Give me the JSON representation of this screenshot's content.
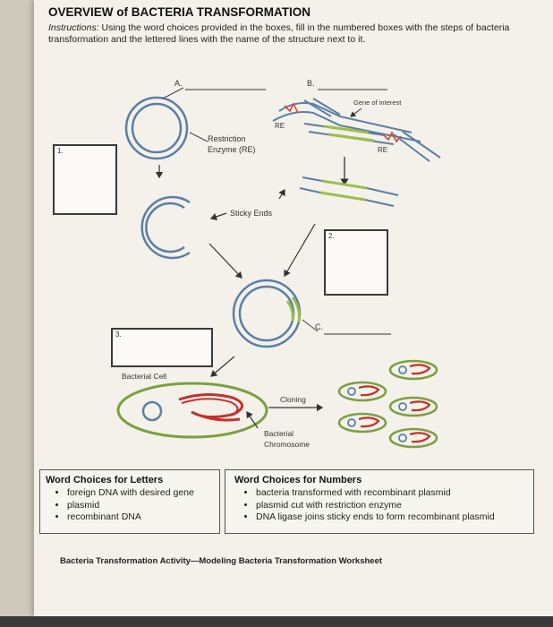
{
  "worksheet": {
    "title": "OVERVIEW of BACTERIA TRANSFORMATION",
    "instructions_lead": "Instructions:",
    "instructions_text": " Using the word choices provided in the boxes, fill in the numbered boxes with the steps of bacteria transformation and the lettered lines with the name of the structure next to it."
  },
  "diagram": {
    "labels": {
      "a": "A.",
      "b": "B.",
      "c": "C.",
      "gene_of_interest": "Gene of interest",
      "re_top": "RE",
      "re_right": "RE",
      "restriction_enzyme_line1": "Restriction",
      "restriction_enzyme_line2": "Enzyme (RE)",
      "sticky_ends": "Sticky Ends",
      "bacteria_cell": "Bacterial Cell",
      "cloning": "Cloning",
      "bacterial_chromosome_line1": "Bacterial",
      "bacterial_chromosome_line2": "Chromosome"
    },
    "boxes": {
      "box1": "1.",
      "box2": "2.",
      "box3": "3."
    }
  },
  "word_choices_letters": {
    "heading": "Word Choices for Letters",
    "items": [
      "foreign DNA with desired gene",
      "plasmid",
      "recombinant DNA"
    ]
  },
  "word_choices_numbers": {
    "heading": "Word Choices for Numbers",
    "items": [
      "bacteria transformed with recombinant plasmid",
      "plasmid cut with restriction enzyme",
      "DNA ligase joins sticky ends to form recombinant plasmid"
    ]
  },
  "footer": {
    "text": "Bacteria Transformation Activity—Modeling Bacteria Transformation Worksheet"
  },
  "colors": {
    "dna_blue": "#5b7fa6",
    "gene_green": "#9bbf4a",
    "cut_red": "#d9453a",
    "chromosome_red": "#c0332b",
    "cell_green": "#7aa03f"
  }
}
